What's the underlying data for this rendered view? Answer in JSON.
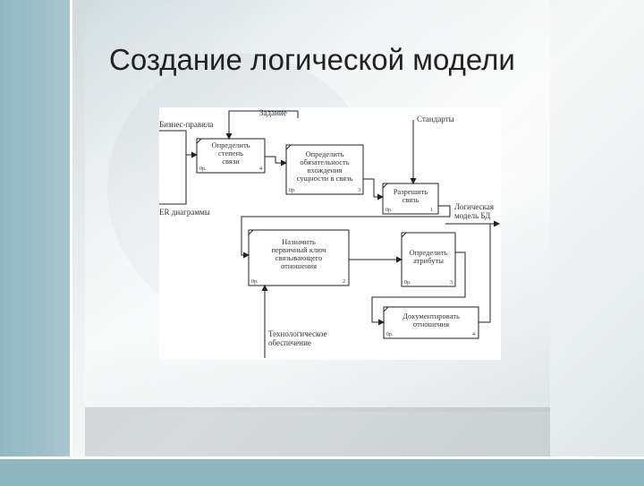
{
  "slide": {
    "title": "Создание логической модели"
  },
  "diagram": {
    "boxes": [
      {
        "lines": [
          "Определить",
          "степень",
          "связи"
        ],
        "corner": "0р.",
        "number": "4"
      },
      {
        "lines": [
          "Определить",
          "обязательность",
          "вхождения",
          "сущности в связь"
        ],
        "corner": "0р.",
        "number": "3"
      },
      {
        "lines": [
          "Разрешить",
          "связь"
        ],
        "corner": "0р.",
        "number": "1"
      },
      {
        "lines": [
          "Назначить",
          "первичный ключ",
          "связывающего",
          "отношения"
        ],
        "corner": "0р.",
        "number": "2"
      },
      {
        "lines": [
          "Определить",
          "атрибуты"
        ],
        "corner": "0р.",
        "number": "3"
      },
      {
        "lines": [
          "Документировать",
          "отношения"
        ],
        "corner": "0р.",
        "number": "4"
      }
    ],
    "labels": {
      "task": "Задание",
      "business_rules": "Бизнес-правила",
      "er_diagrams": "ER диаграммы",
      "standards": "Стандарты",
      "logical_model_1": "Логическая",
      "logical_model_2": "модель БД",
      "tech_support_1": "Технологическое",
      "tech_support_2": "обеспечение"
    }
  }
}
